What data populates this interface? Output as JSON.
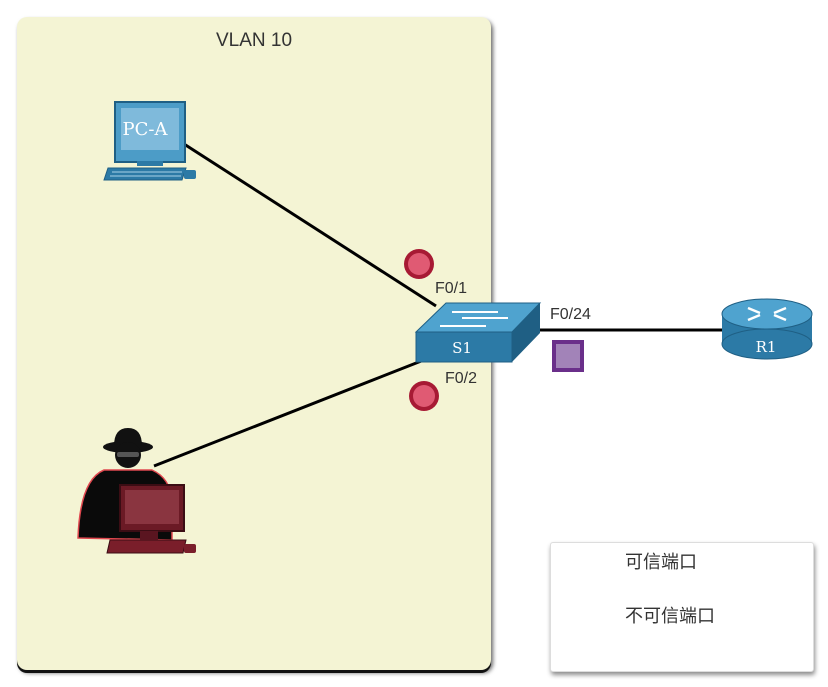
{
  "vlan": {
    "label": "VLAN 10"
  },
  "devices": {
    "pc_a": {
      "label": "PC-A"
    },
    "switch": {
      "label": "S1"
    },
    "router": {
      "label": "R1"
    }
  },
  "ports": {
    "f0_1": "F0/1",
    "f0_2": "F0/2",
    "f0_24": "F0/24"
  },
  "legend": {
    "trusted": {
      "label": "可信端口",
      "shape": "square",
      "color": "#a283b8"
    },
    "untrusted": {
      "label": "不可信端口",
      "shape": "circle",
      "color": "#e05a73"
    }
  },
  "colors": {
    "vlan_bg": "#f4f4d4",
    "device_blue": "#2c7aa6",
    "attacker_red": "#7a1e2a",
    "link": "#000000"
  }
}
